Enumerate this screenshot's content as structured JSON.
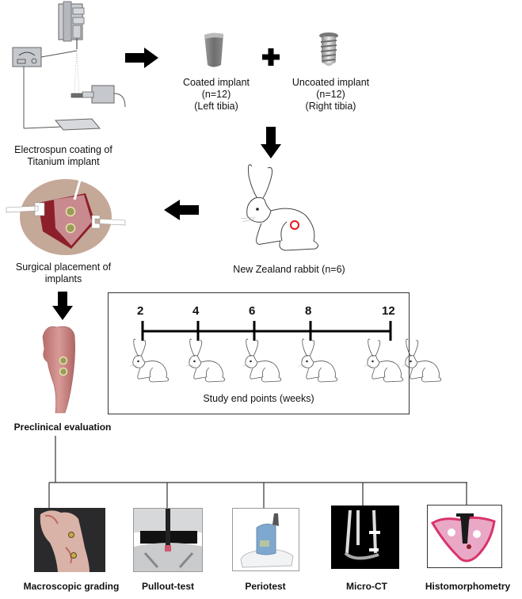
{
  "steps": {
    "electrospinning": {
      "label_line1": "Electrospun coating of",
      "label_line2": "Titanium implant",
      "icon": "electrospinning-apparatus"
    },
    "coated_implant": {
      "name": "Coated implant",
      "count": "(n=12)",
      "site": "(Left tibia)",
      "icon": "coated-implant"
    },
    "uncoated_implant": {
      "name": "Uncoated implant",
      "count": "(n=12)",
      "site": "(Right tibia)",
      "icon": "screw-implant"
    },
    "plus_symbol": "+",
    "rabbit": {
      "label": "New Zealand rabbit (n=6)",
      "icon": "rabbit",
      "marker_color": "#e8141b"
    },
    "surgery": {
      "label_line1": "Surgical placement of",
      "label_line2": "implants",
      "icon": "surgical-site"
    },
    "bone": {
      "label": "Preclinical evaluation",
      "icon": "tibia-bone"
    }
  },
  "timeline": {
    "title": "Study end points (weeks)",
    "ticks": [
      "2",
      "4",
      "6",
      "8",
      "12"
    ],
    "rabbit_count": 6
  },
  "evaluations": [
    {
      "label": "Macroscopic grading",
      "icon": "bone-specimen-photo"
    },
    {
      "label": "Pullout-test",
      "icon": "pullout-machine-photo"
    },
    {
      "label": "Periotest",
      "icon": "periotest-device"
    },
    {
      "label": "Micro-CT",
      "icon": "micro-ct-scan"
    },
    {
      "label": "Histomorphometry",
      "icon": "histology-section"
    }
  ],
  "colors": {
    "arrow": "#000000",
    "tissue": "#b9837a",
    "muscle": "#8c1f2a",
    "histo": "#d9346a"
  }
}
